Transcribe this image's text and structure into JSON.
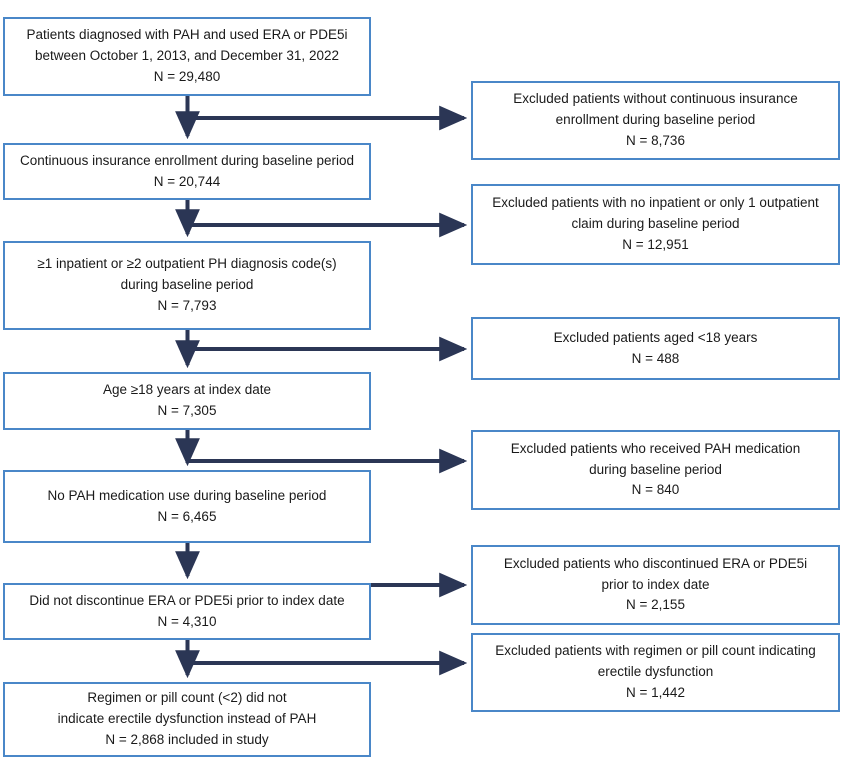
{
  "diagram": {
    "type": "patient-selection-flowchart",
    "colors": {
      "box_border": "#4a87c8",
      "box_fill": "#ffffff",
      "connector": "#2b3655",
      "text": "#1a1a1a"
    },
    "main_steps": [
      {
        "id": "step-1",
        "lines": [
          "Patients diagnosed with PAH and used ERA or PDE5i",
          "between October 1, 2013, and December 31, 2022",
          "N = 29,480"
        ],
        "count_label": "N = 29,480",
        "count_value": 29480
      },
      {
        "id": "step-2",
        "lines": [
          "Continuous insurance enrollment during baseline period",
          "N = 20,744"
        ],
        "count_label": "N = 20,744",
        "count_value": 20744
      },
      {
        "id": "step-3",
        "lines": [
          "≥1 inpatient or ≥2 outpatient PH diagnosis code(s)",
          "during baseline period",
          "N = 7,793"
        ],
        "count_label": "N = 7,793",
        "count_value": 7793
      },
      {
        "id": "step-4",
        "lines": [
          "Age ≥18 years at index date",
          "N = 7,305"
        ],
        "count_label": "N = 7,305",
        "count_value": 7305
      },
      {
        "id": "step-5",
        "lines": [
          "No PAH medication use during baseline period",
          "N = 6,465"
        ],
        "count_label": "N = 6,465",
        "count_value": 6465
      },
      {
        "id": "step-6",
        "lines": [
          "Did not discontinue ERA or PDE5i prior to index date",
          "N = 4,310"
        ],
        "count_label": "N = 4,310",
        "count_value": 4310
      },
      {
        "id": "step-7",
        "lines": [
          "Regimen or pill count (<2) did not",
          "indicate erectile dysfunction instead of PAH",
          "N = 2,868 included in study"
        ],
        "count_label": "N = 2,868 included in study",
        "count_value": 2868
      }
    ],
    "exclusion_steps": [
      {
        "id": "exclusion-1",
        "lines": [
          "Excluded patients without continuous insurance",
          "enrollment during baseline period",
          "N = 8,736"
        ],
        "count_label": "N = 8,736",
        "count_value": 8736
      },
      {
        "id": "exclusion-2",
        "lines": [
          "Excluded patients with no inpatient or only 1 outpatient",
          "claim during baseline period",
          "N = 12,951"
        ],
        "count_label": "N = 12,951",
        "count_value": 12951
      },
      {
        "id": "exclusion-3",
        "lines": [
          "Excluded patients aged <18 years",
          "N = 488"
        ],
        "count_label": "N = 488",
        "count_value": 488
      },
      {
        "id": "exclusion-4",
        "lines": [
          "Excluded patients who received PAH medication",
          "during baseline period",
          "N = 840"
        ],
        "count_label": "N = 840",
        "count_value": 840
      },
      {
        "id": "exclusion-5",
        "lines": [
          "Excluded patients who discontinued ERA or PDE5i",
          "prior to index date",
          "N = 2,155"
        ],
        "count_label": "N = 2,155",
        "count_value": 2155
      },
      {
        "id": "exclusion-6",
        "lines": [
          "Excluded patients with regimen or pill count indicating",
          "erectile dysfunction",
          "N = 1,442"
        ],
        "count_label": "N = 1,442",
        "count_value": 1442
      }
    ]
  }
}
